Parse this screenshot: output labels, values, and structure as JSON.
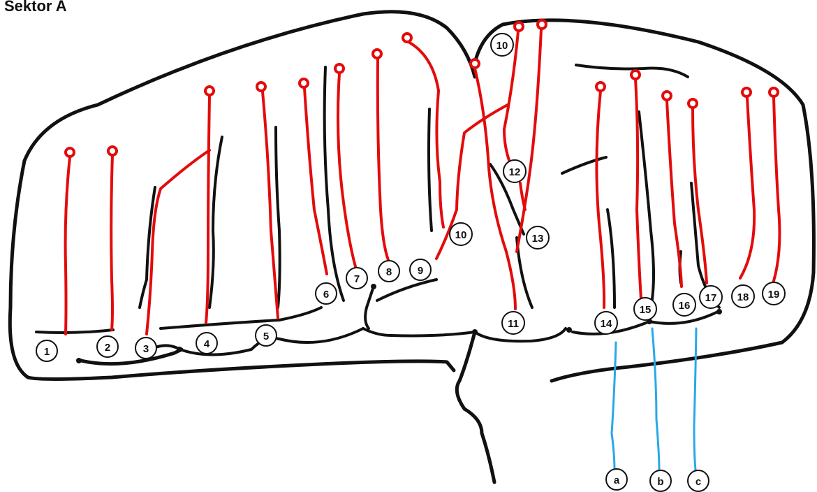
{
  "title": "Sektor A",
  "colors": {
    "outline": "#111111",
    "red_lines": "#e30b0b",
    "blue_lines": "#29a8e8"
  },
  "labels": [
    {
      "id": "1",
      "text": "1"
    },
    {
      "id": "2",
      "text": "2"
    },
    {
      "id": "3",
      "text": "3"
    },
    {
      "id": "4",
      "text": "4"
    },
    {
      "id": "5",
      "text": "5"
    },
    {
      "id": "6",
      "text": "6"
    },
    {
      "id": "7",
      "text": "7"
    },
    {
      "id": "8",
      "text": "8"
    },
    {
      "id": "9",
      "text": "9"
    },
    {
      "id": "10a",
      "text": "10"
    },
    {
      "id": "10b",
      "text": "10"
    },
    {
      "id": "11",
      "text": "11"
    },
    {
      "id": "12",
      "text": "12"
    },
    {
      "id": "13",
      "text": "13"
    },
    {
      "id": "14",
      "text": "14"
    },
    {
      "id": "15",
      "text": "15"
    },
    {
      "id": "16",
      "text": "16"
    },
    {
      "id": "17",
      "text": "17"
    },
    {
      "id": "18",
      "text": "18"
    },
    {
      "id": "19",
      "text": "19"
    },
    {
      "id": "a",
      "text": "a"
    },
    {
      "id": "b",
      "text": "b"
    },
    {
      "id": "c",
      "text": "c"
    }
  ]
}
